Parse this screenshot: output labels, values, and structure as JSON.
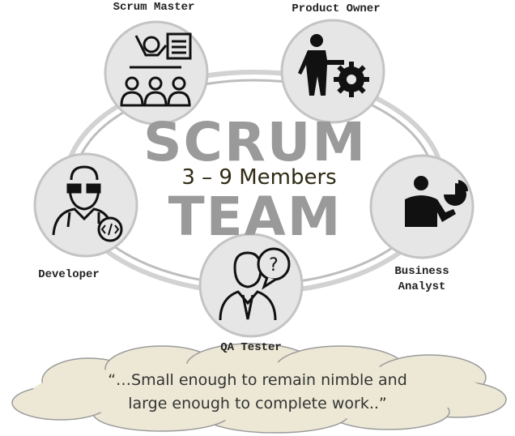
{
  "roles": {
    "scrum_master": "Scrum Master",
    "product_owner": "Product Owner",
    "developer": "Developer",
    "business_analyst_line1": "Business",
    "business_analyst_line2": "Analyst",
    "qa_tester": "QA Tester"
  },
  "center": {
    "title_line1": "SCRUM",
    "members": "3 – 9 Members",
    "title_line2": "TEAM"
  },
  "quote": {
    "line1": "“…Small enough to remain nimble and",
    "line2": "large enough to complete work..”"
  },
  "colors": {
    "circle_fill": "#e6e6e6",
    "circle_stroke": "#c4c4c4",
    "ring": "#cfcfcf",
    "cloud_fill": "#ece8d5",
    "cloud_stroke": "#9a9a9a",
    "icon": "#111111"
  }
}
